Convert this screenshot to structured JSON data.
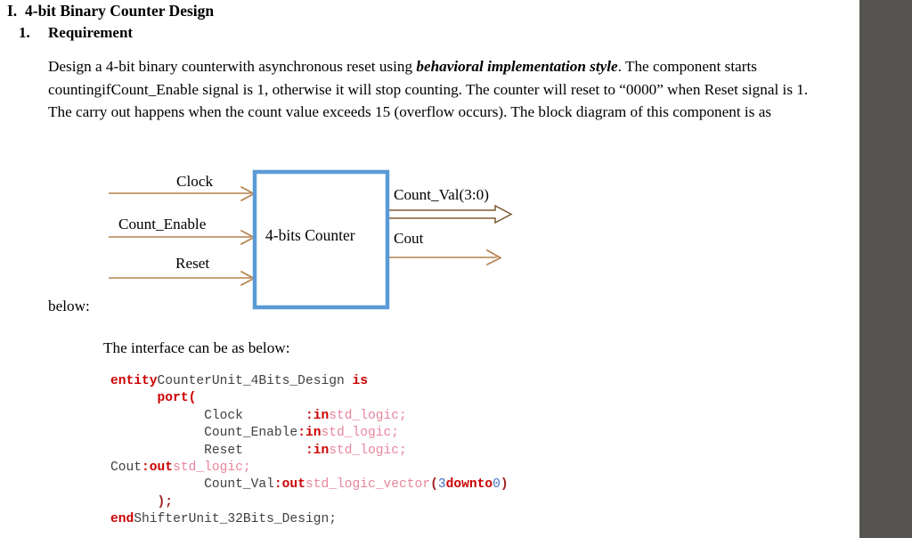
{
  "document": {
    "headings": [
      {
        "number": "I.",
        "text": "4-bit Binary Counter Design"
      },
      {
        "number": "1.",
        "text": "Requirement"
      }
    ],
    "paragraph": {
      "part1": "Design a 4-bit binary counterwith asynchronous reset using ",
      "emphasis": "behavioral implementation style",
      "part2": ". The component starts countingifCount_Enable signal is 1, otherwise it will stop counting. The counter will reset to “0000” when Reset signal is 1. The carry out happens when the count value exceeds 15 (overflow occurs). The block diagram of this component is as"
    },
    "below_label": "below:",
    "interface_label": "The interface can be as below:"
  },
  "diagram": {
    "block_label": "4-bits Counter",
    "inputs": [
      {
        "label": "Clock"
      },
      {
        "label": "Count_Enable"
      },
      {
        "label": "Reset"
      }
    ],
    "outputs": [
      {
        "label": "Count_Val(3:0)",
        "style": "bus"
      },
      {
        "label": "Cout",
        "style": "wire"
      }
    ],
    "colors": {
      "box_border": "#5b9bd5",
      "box_fill": "#ffffff",
      "arrow": "#b5824f"
    }
  },
  "code": {
    "language": "vhdl",
    "colors": {
      "keyword": "#cc0000",
      "type": "#e8859e",
      "identifier": "#3f3f3f",
      "paren": "#a02020",
      "number": "#4472c4"
    },
    "lines": [
      {
        "tokens": [
          {
            "t": "entity",
            "c": "kw"
          },
          {
            "t": "CounterUnit_4Bits_Design ",
            "c": "id"
          },
          {
            "t": "is",
            "c": "kw"
          }
        ]
      },
      {
        "tokens": [
          {
            "t": "      ",
            "c": "id"
          },
          {
            "t": "port(",
            "c": "kw"
          }
        ]
      },
      {
        "tokens": [
          {
            "t": "            Clock        ",
            "c": "id"
          },
          {
            "t": ":in",
            "c": "kw"
          },
          {
            "t": "std_logic;",
            "c": "typ"
          }
        ]
      },
      {
        "tokens": [
          {
            "t": "            Count_Enable",
            "c": "id"
          },
          {
            "t": ":in",
            "c": "kw"
          },
          {
            "t": "std_logic;",
            "c": "typ"
          }
        ]
      },
      {
        "tokens": [
          {
            "t": "            Reset        ",
            "c": "id"
          },
          {
            "t": ":in",
            "c": "kw"
          },
          {
            "t": "std_logic;",
            "c": "typ"
          }
        ]
      },
      {
        "tokens": [
          {
            "t": "Cout",
            "c": "id"
          },
          {
            "t": ":out",
            "c": "kw"
          },
          {
            "t": "std_logic;",
            "c": "typ"
          }
        ]
      },
      {
        "tokens": [
          {
            "t": "            Count_Val",
            "c": "id"
          },
          {
            "t": ":out",
            "c": "kw"
          },
          {
            "t": "std_logic_vector",
            "c": "typ"
          },
          {
            "t": "(",
            "c": "par"
          },
          {
            "t": "3",
            "c": "num"
          },
          {
            "t": "downto",
            "c": "kw"
          },
          {
            "t": "0",
            "c": "num"
          },
          {
            "t": ")",
            "c": "par"
          }
        ]
      },
      {
        "tokens": [
          {
            "t": "      ",
            "c": "id"
          },
          {
            "t": ");",
            "c": "par"
          }
        ]
      },
      {
        "tokens": [
          {
            "t": "end",
            "c": "kw"
          },
          {
            "t": "ShifterUnit_32Bits_Design;",
            "c": "id"
          }
        ]
      }
    ]
  }
}
